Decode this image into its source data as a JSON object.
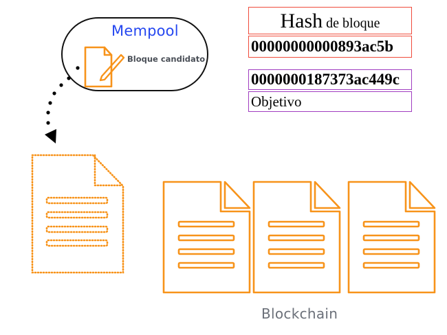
{
  "mempool": {
    "title": "Mempool",
    "candidate_label": "Bloque candidato"
  },
  "block_hash": {
    "title_large": "Hash",
    "title_small": " de bloque",
    "value": "00000000000893ac5b"
  },
  "target": {
    "value": "0000000187373ac449c",
    "label": "Objetivo"
  },
  "blockchain": {
    "label": "Blockchain",
    "block_count": 3
  },
  "colors": {
    "orange": "#f7931a",
    "blue": "#2547f0",
    "hash_border": "#f04a3a",
    "target_border": "#a03cc0"
  }
}
